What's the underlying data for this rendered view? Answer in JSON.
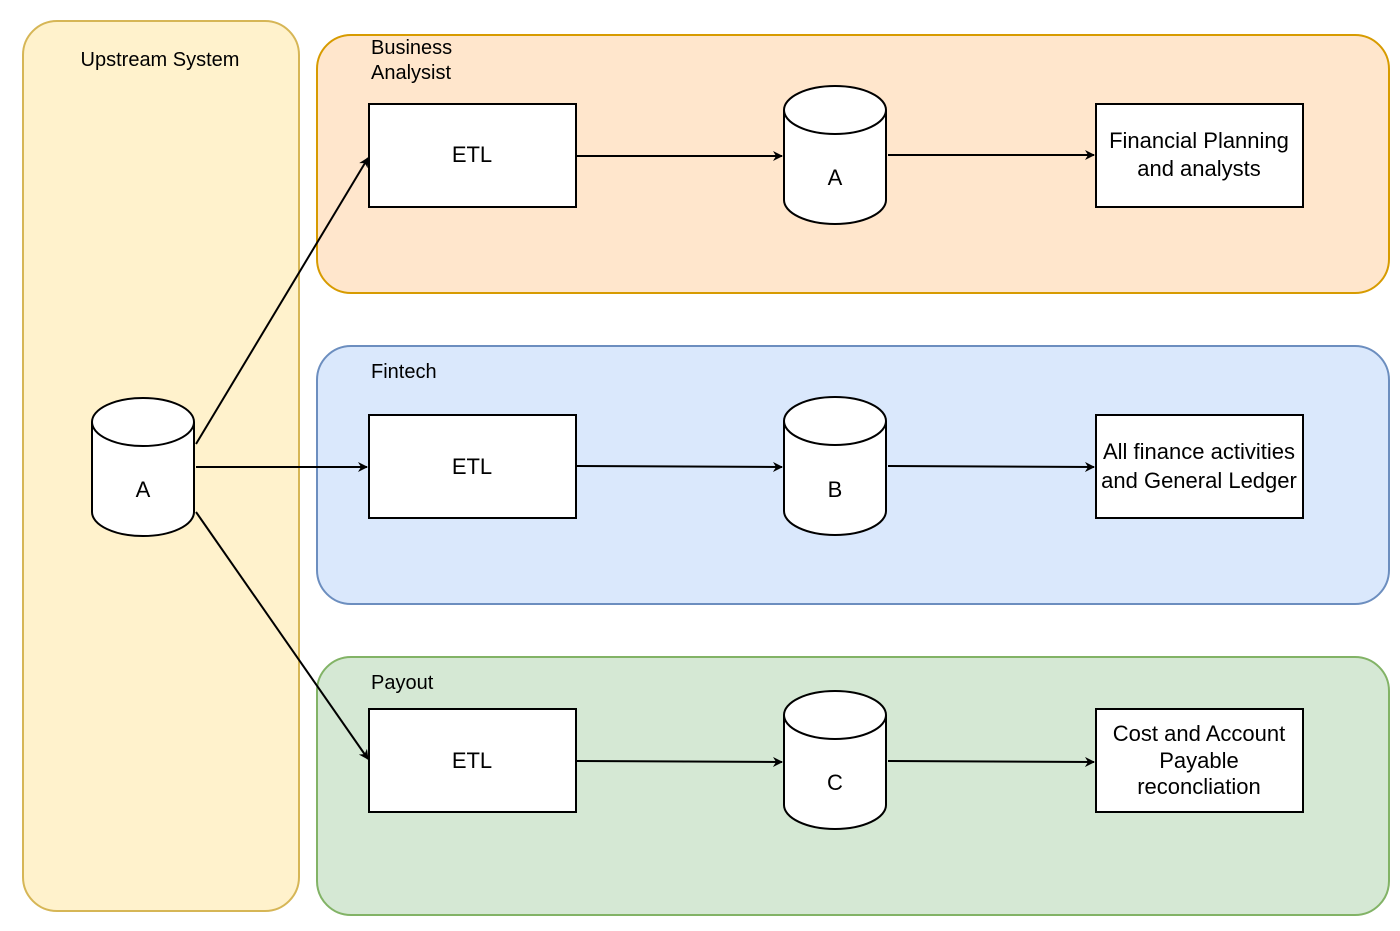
{
  "colors": {
    "upstream_fill": "#FFF2CC",
    "upstream_stroke": "#D6B656",
    "business_fill": "#FFE6CC",
    "business_stroke": "#D79B00",
    "fintech_fill": "#DAE8FC",
    "fintech_stroke": "#6C8EBF",
    "payout_fill": "#D5E8D4",
    "payout_stroke": "#82B366"
  },
  "upstream": {
    "title": "Upstream System",
    "db_label": "A"
  },
  "lanes": {
    "business": {
      "title_line1": "Business",
      "title_line2": "Analysist",
      "etl_label": "ETL",
      "db_label": "A",
      "target_line1": "Financial Planning",
      "target_line2": "and analysts"
    },
    "fintech": {
      "title": "Fintech",
      "etl_label": "ETL",
      "db_label": "B",
      "target_line1": "All finance activities",
      "target_line2": "and General Ledger"
    },
    "payout": {
      "title": "Payout",
      "etl_label": "ETL",
      "db_label": "C",
      "target_line1": "Cost and Account",
      "target_line2": "Payable",
      "target_line3": "reconcliation"
    }
  }
}
